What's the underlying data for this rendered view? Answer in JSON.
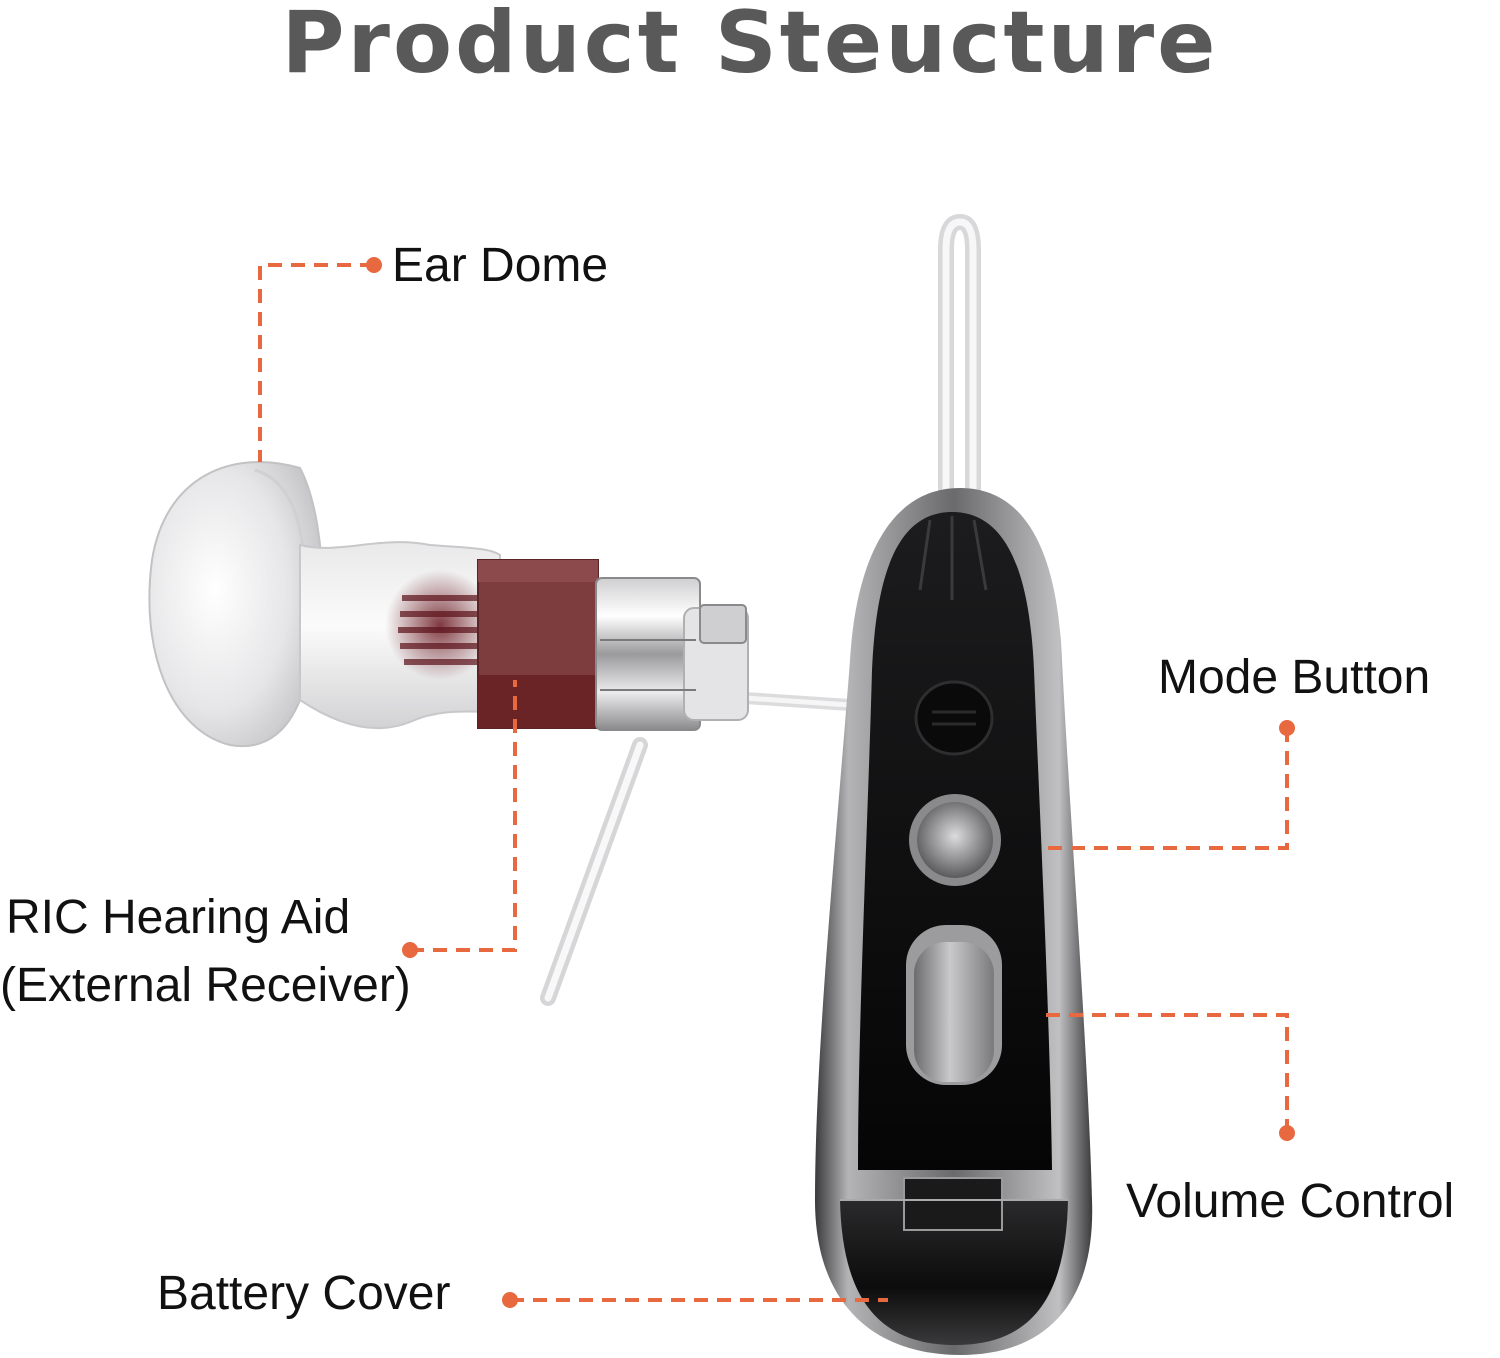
{
  "title": "Product Steucture",
  "accent_color": "#E8683F",
  "labels": {
    "ear_dome": "Ear Dome",
    "mode_button": "Mode Button",
    "ric_line1": "RIC Hearing Aid",
    "ric_line2": "(External Receiver)",
    "volume_control": "Volume Control",
    "battery_cover": "Battery Cover"
  }
}
